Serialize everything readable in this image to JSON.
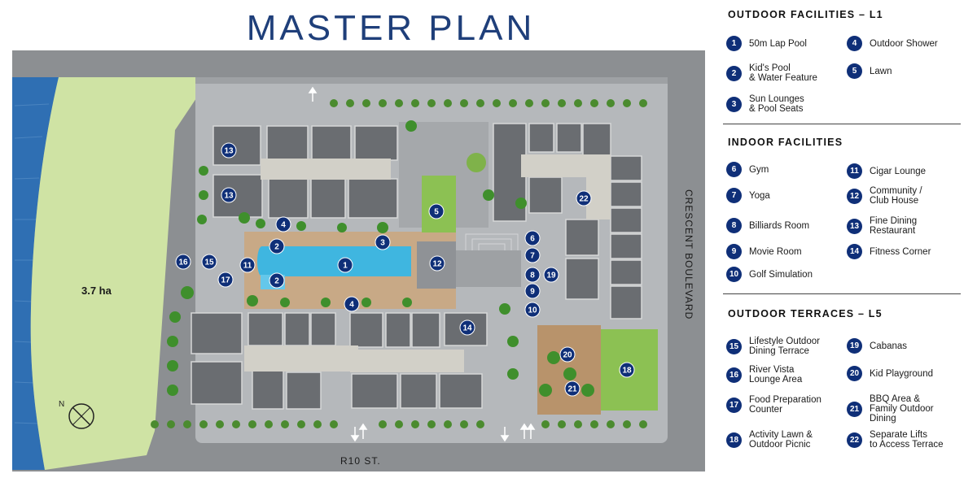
{
  "title": "MASTER PLAN",
  "map": {
    "site_area_label": "3.7 ha",
    "road_east": "CRESCENT BOULEVARD",
    "road_south": "R10 ST.",
    "compass_letter": "N",
    "colors": {
      "water": "#2f6fb3",
      "green_strip": "#cfe3a4",
      "road": "#8c8f92",
      "deck": "#b9bcbf",
      "building": "#6a6d71",
      "pool": "#3fb6e0",
      "pin": "#0f2f78"
    },
    "pins": [
      {
        "n": "1"
      },
      {
        "n": "2"
      },
      {
        "n": "2"
      },
      {
        "n": "3"
      },
      {
        "n": "4"
      },
      {
        "n": "4"
      },
      {
        "n": "5"
      },
      {
        "n": "6"
      },
      {
        "n": "7"
      },
      {
        "n": "8"
      },
      {
        "n": "9"
      },
      {
        "n": "10"
      },
      {
        "n": "11"
      },
      {
        "n": "12"
      },
      {
        "n": "13"
      },
      {
        "n": "13"
      },
      {
        "n": "14"
      },
      {
        "n": "15"
      },
      {
        "n": "16"
      },
      {
        "n": "17"
      },
      {
        "n": "18"
      },
      {
        "n": "19"
      },
      {
        "n": "20"
      },
      {
        "n": "21"
      },
      {
        "n": "22"
      }
    ]
  },
  "legend": {
    "sections": [
      {
        "title": "OUTDOOR FACILITIES – L1",
        "items": [
          {
            "num": "1",
            "label": "50m Lap Pool"
          },
          {
            "num": "4",
            "label": "Outdoor Shower"
          },
          {
            "num": "2",
            "label": "Kid's Pool\n& Water Feature"
          },
          {
            "num": "5",
            "label": "Lawn"
          },
          {
            "num": "3",
            "label": "Sun Lounges\n& Pool Seats"
          }
        ]
      },
      {
        "title": "INDOOR FACILITIES",
        "items": [
          {
            "num": "6",
            "label": "Gym"
          },
          {
            "num": "11",
            "label": "Cigar Lounge"
          },
          {
            "num": "7",
            "label": "Yoga"
          },
          {
            "num": "12",
            "label": "Community /\nClub House"
          },
          {
            "num": "8",
            "label": "Billiards Room"
          },
          {
            "num": "13",
            "label": "Fine Dining\nRestaurant"
          },
          {
            "num": "9",
            "label": "Movie Room"
          },
          {
            "num": "14",
            "label": "Fitness Corner"
          },
          {
            "num": "10",
            "label": "Golf Simulation"
          }
        ]
      },
      {
        "title": "OUTDOOR TERRACES – L5",
        "items": [
          {
            "num": "15",
            "label": "Lifestyle Outdoor\nDining Terrace"
          },
          {
            "num": "19",
            "label": "Cabanas"
          },
          {
            "num": "16",
            "label": "River Vista\nLounge Area"
          },
          {
            "num": "20",
            "label": "Kid Playground"
          },
          {
            "num": "17",
            "label": "Food Preparation\nCounter"
          },
          {
            "num": "21",
            "label": "BBQ Area &\nFamily Outdoor\nDining"
          },
          {
            "num": "18",
            "label": "Activity Lawn &\nOutdoor Picnic"
          },
          {
            "num": "22",
            "label": "Separate Lifts\nto Access Terrace"
          }
        ]
      }
    ]
  }
}
